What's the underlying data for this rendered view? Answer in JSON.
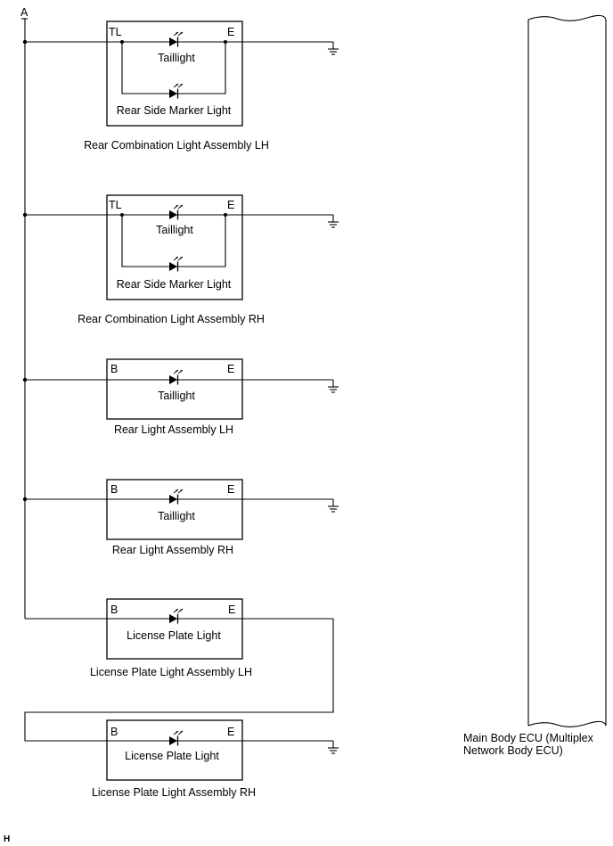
{
  "bus_label": "A",
  "corner_mark": "H",
  "ecu": {
    "label_line1": "Main Body ECU (Multiplex",
    "label_line2": "Network Body ECU)"
  },
  "assemblies": [
    {
      "id": "rear-combination-lh",
      "name": "Rear Combination Light Assembly LH",
      "pin_left": "TL",
      "pin_right": "E",
      "lights": [
        "Taillight",
        "Rear Side Marker Light"
      ]
    },
    {
      "id": "rear-combination-rh",
      "name": "Rear Combination Light Assembly RH",
      "pin_left": "TL",
      "pin_right": "E",
      "lights": [
        "Taillight",
        "Rear Side Marker Light"
      ]
    },
    {
      "id": "rear-light-lh",
      "name": "Rear Light Assembly LH",
      "pin_left": "B",
      "pin_right": "E",
      "lights": [
        "Taillight"
      ]
    },
    {
      "id": "rear-light-rh",
      "name": "Rear Light Assembly RH",
      "pin_left": "B",
      "pin_right": "E",
      "lights": [
        "Taillight"
      ]
    },
    {
      "id": "license-plate-lh",
      "name": "License Plate Light Assembly LH",
      "pin_left": "B",
      "pin_right": "E",
      "lights": [
        "License Plate Light"
      ]
    },
    {
      "id": "license-plate-rh",
      "name": "License Plate Light Assembly RH",
      "pin_left": "B",
      "pin_right": "E",
      "lights": [
        "License Plate Light"
      ]
    }
  ]
}
